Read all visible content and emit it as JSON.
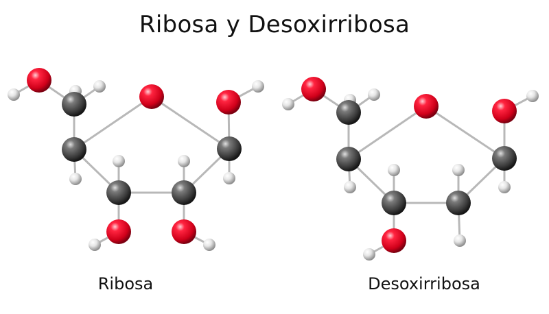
{
  "title": "Ribosa y Desoxirribosa",
  "molecules": [
    {
      "name": "Ribosa"
    },
    {
      "name": "Desoxirribosa"
    }
  ],
  "colors": {
    "oxygen": "#e8102a",
    "carbon": "#4a4a4a",
    "hydrogen": "#dcdcdc",
    "bond": "#b8b8b8",
    "text": "#111111",
    "background": "#ffffff"
  }
}
